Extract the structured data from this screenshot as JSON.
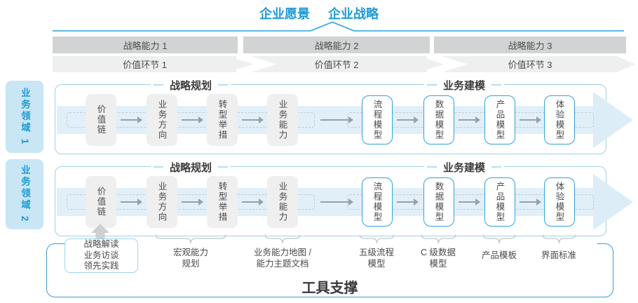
{
  "title": {
    "vision": "企业愿景",
    "strategy": "企业战略"
  },
  "strategic_capabilities": [
    "战略能力 1",
    "战略能力 2",
    "战略能力 3"
  ],
  "value_links": [
    "价值环节 1",
    "价值环节 2",
    "价值环节 3"
  ],
  "business_domains": [
    "业务领域 1",
    "业务领域 2"
  ],
  "row_sections": {
    "planning": "战略规划",
    "modeling": "业务建模"
  },
  "planning_boxes": [
    "价值链",
    "业务方向",
    "转型举措",
    "业务能力"
  ],
  "modeling_boxes": [
    "流程模型",
    "数据模型",
    "产品模型",
    "体验模型"
  ],
  "annotations": {
    "practice_box": "战略解读\n业务访谈\n领先实践",
    "labels": [
      "宏观能力\n规划",
      "业务能力地图 /\n能力主题文档",
      "五级流程\n模型",
      "C 级数据\n模型",
      "产品模板",
      "界面标准"
    ]
  },
  "footer": {
    "tool_support": "工具支撑"
  },
  "colors": {
    "accent_blue": "#1c9ad6",
    "node_border_blue": "#2fa3db",
    "row_border": "#9fd0e8",
    "tool_border": "#3d9bcd",
    "bar_gray": "#d2d3d4",
    "chevron_band_gray": "#eeefef",
    "node_gray": "#efefef",
    "flow_band_blue": "#e1eff9",
    "text_dark": "#4a4a4a"
  }
}
